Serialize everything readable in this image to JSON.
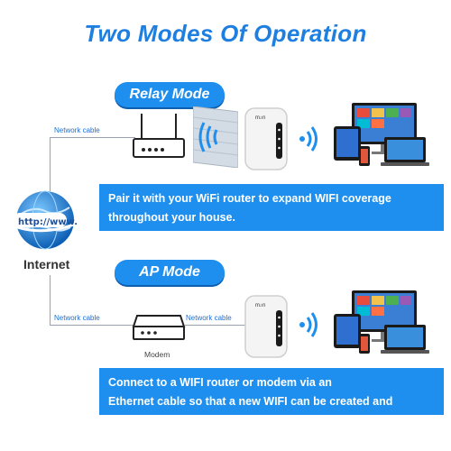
{
  "title": "Two Modes Of Operation",
  "relay": {
    "label": "Relay Mode",
    "cable_label": "Network cable",
    "description_line1": "Pair it with your WiFi router to expand WIFI coverage",
    "description_line2": "throughout your house."
  },
  "internet": {
    "label": "Internet",
    "url_text": "http://www."
  },
  "ap": {
    "label": "AP Mode",
    "cable_label_left": "Network cable",
    "cable_label_right": "Network cable",
    "modem_label": "Modem",
    "description_line1": "Connect to a WIFI router or modem via an",
    "description_line2": "Ethernet cable so that a new WIFI can be created and shared."
  },
  "colors": {
    "accent": "#1e8fee",
    "title": "#1e7fe0"
  }
}
